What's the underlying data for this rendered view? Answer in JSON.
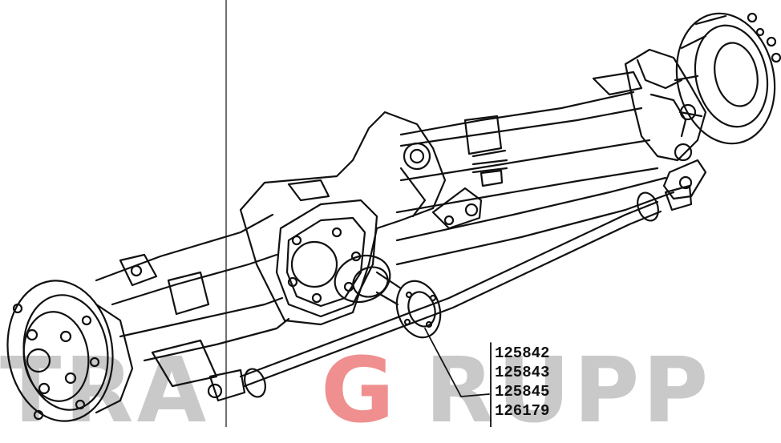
{
  "watermark": {
    "left_text": "TRA",
    "accent_text": "G",
    "right_text": "RUPP",
    "colors": {
      "gray": "#c9c9c9",
      "accent": "#f08f8f"
    }
  },
  "part_numbers": [
    "125842",
    "125843",
    "125845",
    "126179"
  ],
  "colors": {
    "line": "#111111",
    "background": "#ffffff"
  }
}
